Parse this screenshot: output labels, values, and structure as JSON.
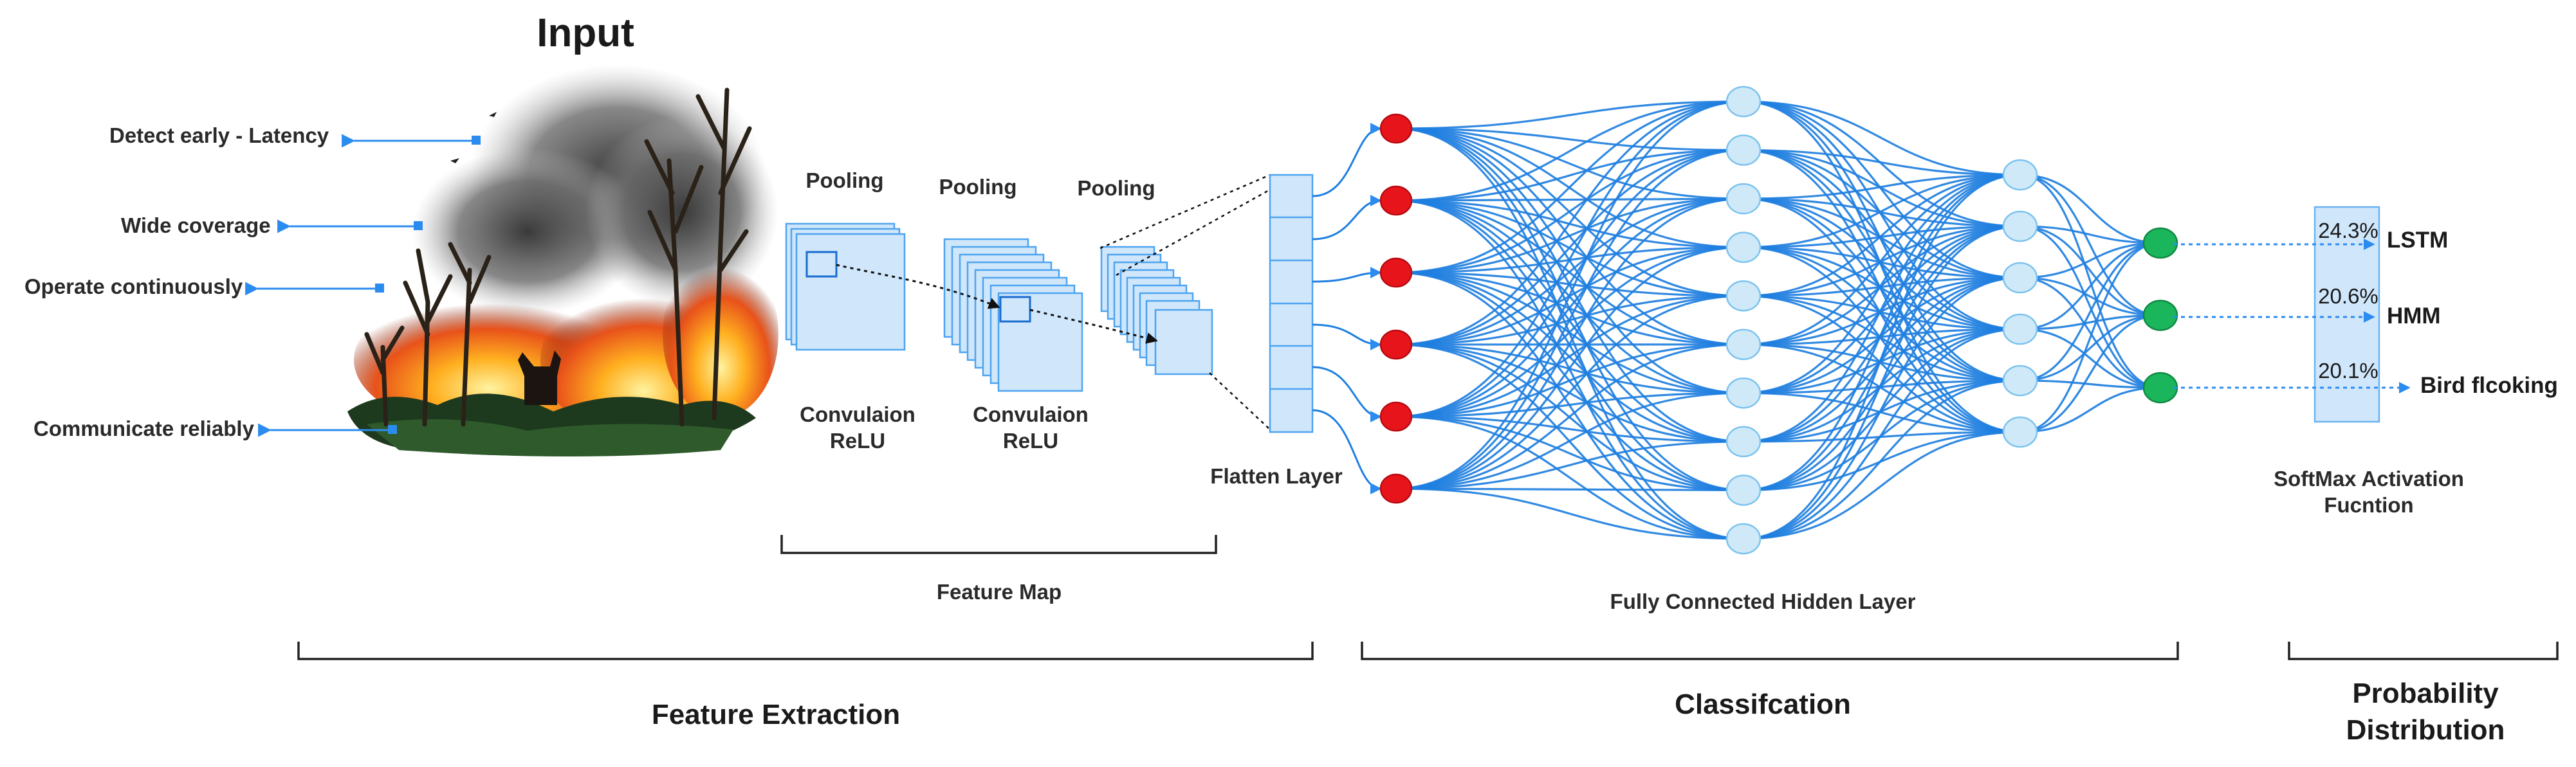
{
  "title": "Input",
  "input_features": [
    {
      "label": "Detect early - Latency"
    },
    {
      "label": "Wide coverage"
    },
    {
      "label": "Operate continuously"
    },
    {
      "label": "Communicate reliably"
    }
  ],
  "feature_map": {
    "pooling_labels": [
      "Pooling",
      "Pooling",
      "Pooling"
    ],
    "conv_labels": [
      {
        "line1": "Convulaion",
        "line2": "ReLU"
      },
      {
        "line1": "Convulaion",
        "line2": "ReLU"
      }
    ],
    "flatten_label": "Flatten Layer",
    "bracket_label": "Feature Map"
  },
  "hidden_layer_label": "Fully Connected Hidden Layer",
  "network": {
    "layer_sizes": [
      6,
      10,
      6,
      3
    ],
    "colors": {
      "input": "#e8141b",
      "hidden": "#cfe9f8",
      "output": "#1bb55c",
      "link": "#1f7fe0"
    }
  },
  "outputs": [
    {
      "percent": "24.3%",
      "label": "LSTM"
    },
    {
      "percent": "20.6%",
      "label": "HMM"
    },
    {
      "percent": "20.1%",
      "label": "Bird flcoking"
    }
  ],
  "softmax_label": {
    "line1": "SoftMax Activation",
    "line2": "Fucntion"
  },
  "sections": {
    "feature_extraction": "Feature Extraction",
    "classification": "Classifcation",
    "probability": {
      "line1": "Probability",
      "line2": "Distribution"
    }
  }
}
